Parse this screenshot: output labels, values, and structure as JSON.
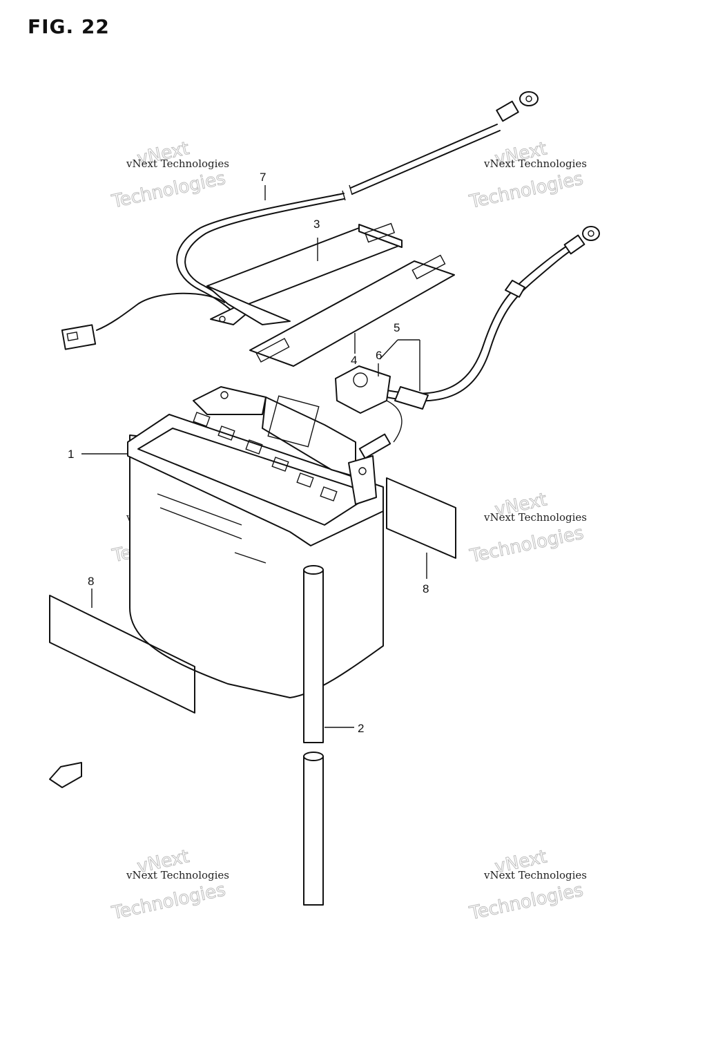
{
  "figure": {
    "title": "FIG. 22"
  },
  "callouts": {
    "c1": "1",
    "c2": "2",
    "c3": "3",
    "c4": "4",
    "c5": "5",
    "c6": "6",
    "c7": "7",
    "c8a": "8",
    "c8b": "8"
  },
  "watermarks": {
    "text_top": "vNext",
    "text_mid": "vNext Technologies",
    "text_bottom": "Technologies"
  },
  "colors": {
    "line": "#111111",
    "watermark_outline": "#bdbdbd",
    "background": "#ffffff"
  }
}
